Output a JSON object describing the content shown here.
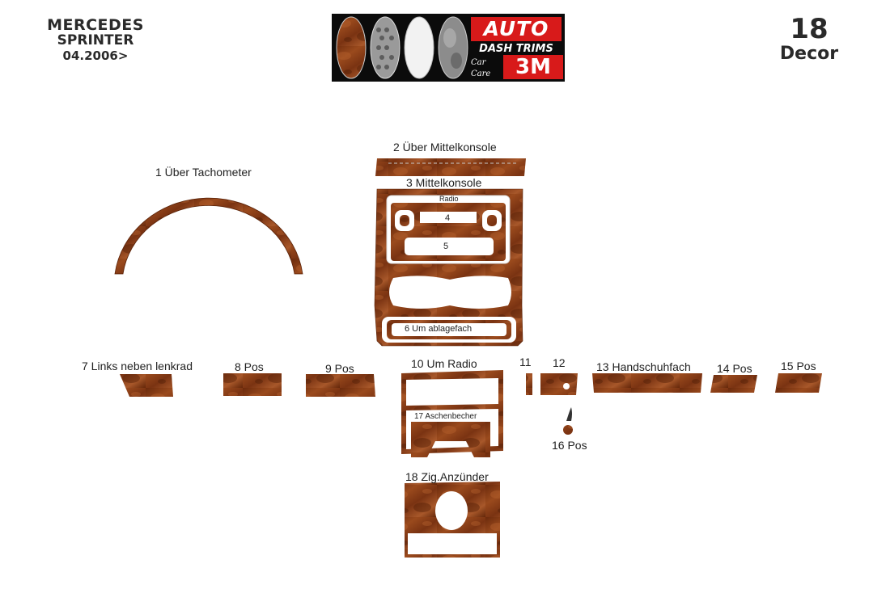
{
  "header": {
    "make": "MERCEDES",
    "model": "SPRINTER",
    "date": "04.2006>",
    "count": "18",
    "decor": "Decor"
  },
  "logo": {
    "auto": "AUTO",
    "dash_trims": "DASH TRIMS",
    "car": "Car",
    "care": "Care",
    "brand": "3M"
  },
  "parts": {
    "p1": "1 Über Tachometer",
    "p2": "2  Über Mittelkonsole",
    "p3": "3  Mittelkonsole",
    "radio": "Radio",
    "p4": "4",
    "p5": "5",
    "p6": "6  Um ablagefach",
    "p7": "7 Links neben lenkrad",
    "p8": "8  Pos",
    "p9": "9 Pos",
    "p10": "10  Um Radio",
    "p11": "11",
    "p12": "12",
    "p13": "13  Handschuhfach",
    "p14": "14  Pos",
    "p15": "15 Pos",
    "p16": "16 Pos",
    "p17": "17  Aschenbecher",
    "p18": "18  Zig.Anzünder"
  },
  "colors": {
    "wood": "#8a3b16",
    "wood_dark": "#5a2208",
    "wood_light": "#b3602c",
    "accent_red": "#d81a1a"
  }
}
